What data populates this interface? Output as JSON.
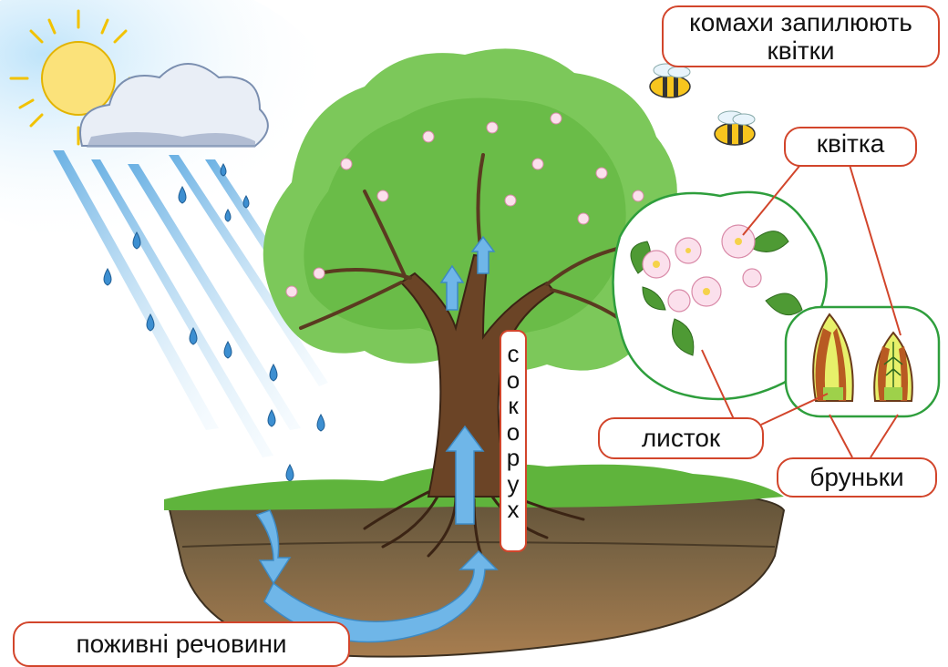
{
  "labels": {
    "insects_line1": "комахи запилюють",
    "insects_line2": "квітки",
    "flower": "квітка",
    "leaf": "листок",
    "buds": "бруньки",
    "nutrients": "поживні речовини",
    "sap_flow_letters": [
      "с",
      "о",
      "к",
      "о",
      "р",
      "у",
      "х"
    ]
  },
  "colors": {
    "label_border": "#d2452b",
    "callout_outline": "#2e9e3c",
    "arrow": "#6fb6e8",
    "foliage": "#7cc85a",
    "trunk": "#6b4426",
    "soil": "#6e5b3e",
    "sky": "#9fd3f2"
  },
  "icons": [
    "sun-icon",
    "cloud-icon",
    "raindrop-icon",
    "bee-icon",
    "apple-blossom-icon",
    "bud-section-icon",
    "flow-arrow-icon"
  ]
}
